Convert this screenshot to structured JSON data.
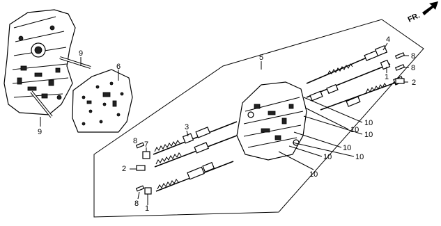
{
  "direction_indicator": {
    "label": "FR."
  },
  "callouts": [
    {
      "id": "c1a",
      "text": "1"
    },
    {
      "id": "c1b",
      "text": "1"
    },
    {
      "id": "c2a",
      "text": "2"
    },
    {
      "id": "c2b",
      "text": "2"
    },
    {
      "id": "c3",
      "text": "3"
    },
    {
      "id": "c4",
      "text": "4"
    },
    {
      "id": "c5",
      "text": "5"
    },
    {
      "id": "c6",
      "text": "6"
    },
    {
      "id": "c7",
      "text": "7"
    },
    {
      "id": "c8a",
      "text": "8"
    },
    {
      "id": "c8b",
      "text": "8"
    },
    {
      "id": "c8c",
      "text": "8"
    },
    {
      "id": "c8d",
      "text": "8"
    },
    {
      "id": "c9a",
      "text": "9"
    },
    {
      "id": "c9b",
      "text": "9"
    },
    {
      "id": "c10a",
      "text": "10"
    },
    {
      "id": "c10b",
      "text": "10"
    },
    {
      "id": "c10c",
      "text": "10"
    },
    {
      "id": "c10d",
      "text": "10"
    },
    {
      "id": "c10e",
      "text": "10"
    },
    {
      "id": "c10f",
      "text": "10"
    },
    {
      "id": "c10g",
      "text": "10"
    }
  ]
}
